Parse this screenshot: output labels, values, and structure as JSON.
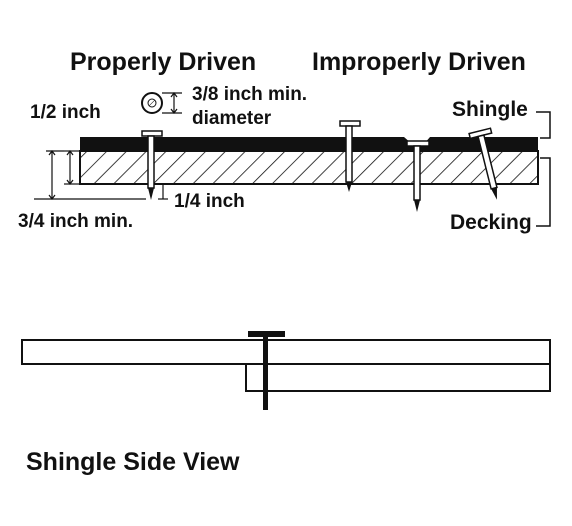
{
  "headings": {
    "properly": "Properly Driven",
    "improperly": "Improperly Driven",
    "side_view": "Shingle Side View"
  },
  "labels": {
    "half_inch": "1/2 inch",
    "head_dia_line1": "3/8 inch min.",
    "head_dia_line2": "diameter",
    "three_quarter": "3/4 inch min.",
    "quarter_inch": "1/4 inch",
    "shingle": "Shingle",
    "decking": "Decking"
  },
  "colors": {
    "ink": "#111111",
    "background": "#ffffff"
  }
}
